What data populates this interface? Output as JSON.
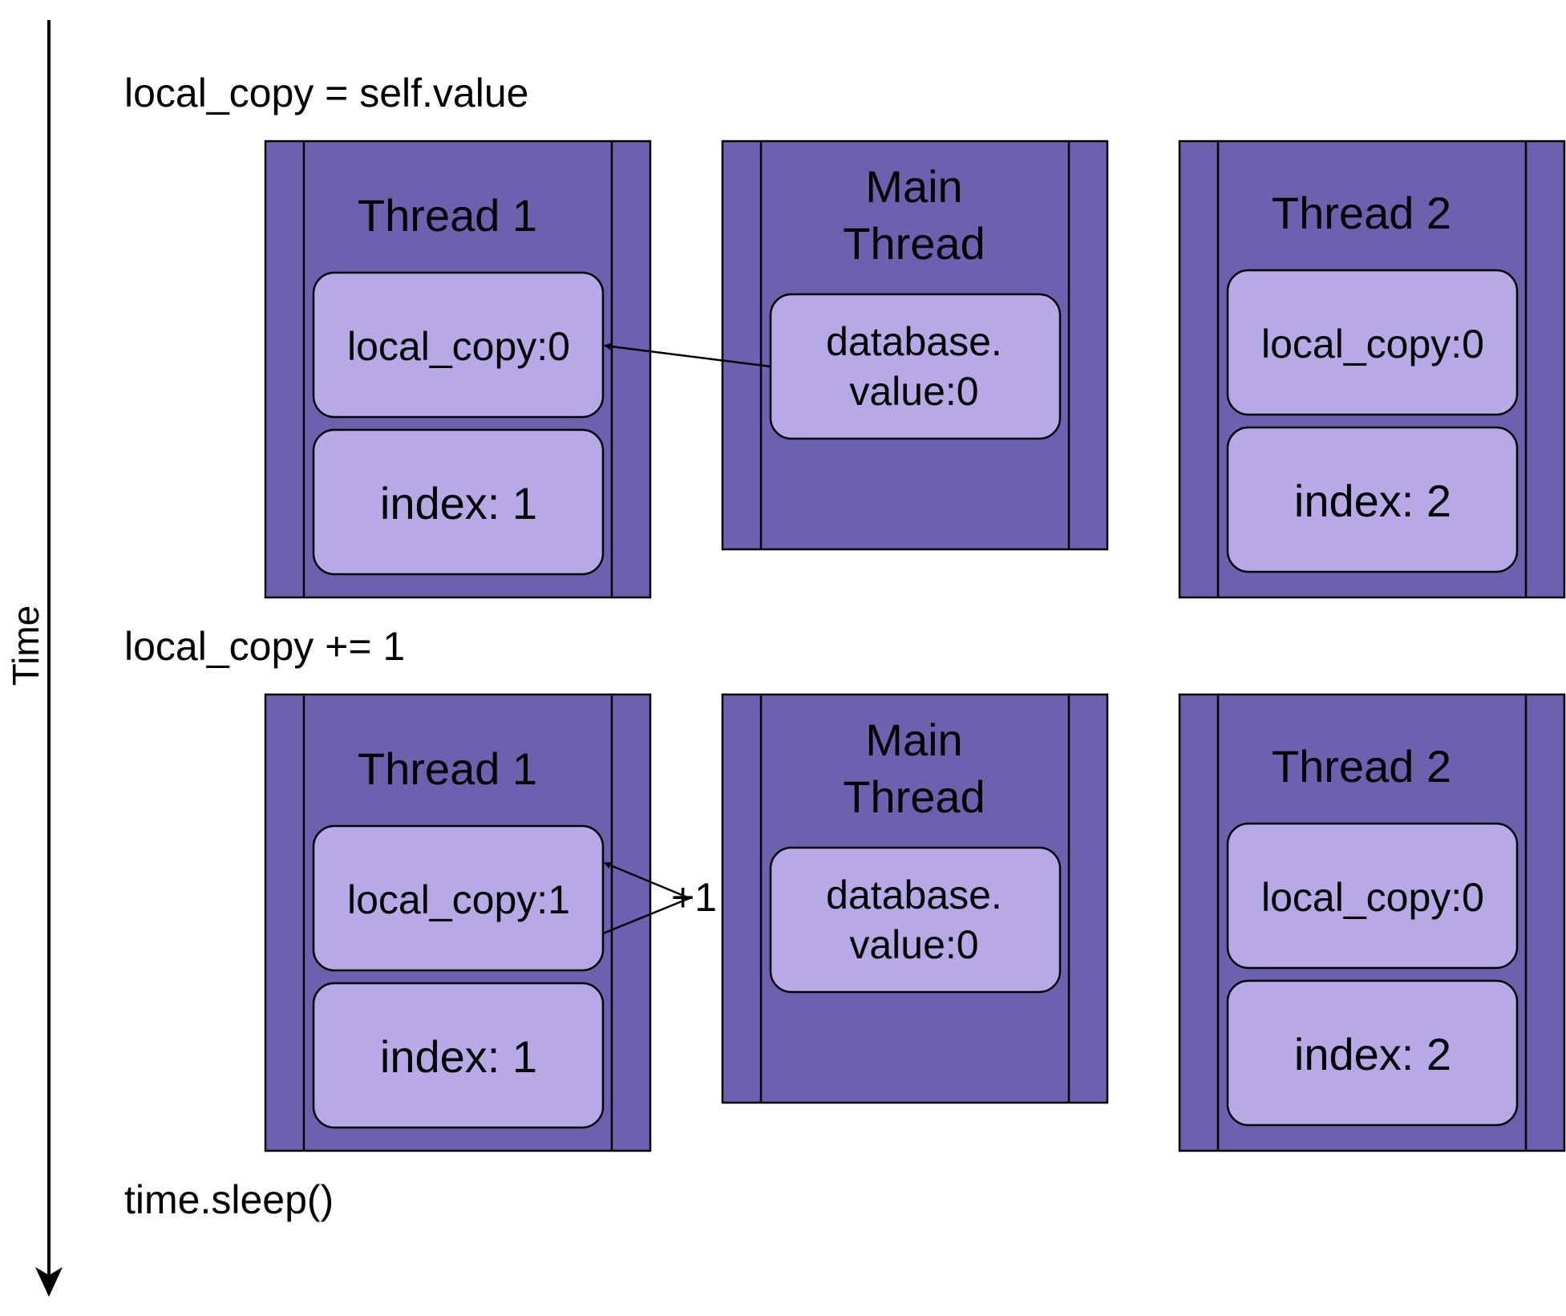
{
  "time_axis": {
    "label": "Time"
  },
  "colors": {
    "outer": "#6E60AF",
    "inner": "#B7A9E5",
    "stroke": "#000000"
  },
  "steps": [
    {
      "code": "local_copy = self.value",
      "thread1": {
        "title": "Thread 1",
        "local_copy": "local_copy:0",
        "index": "index: 1"
      },
      "main": {
        "title_line1": "Main",
        "title_line2": "Thread",
        "db_line1": "database.",
        "db_line2": "value:0"
      },
      "thread2": {
        "title": "Thread 2",
        "local_copy": "local_copy:0",
        "index": "index: 2"
      }
    },
    {
      "code": "local_copy += 1",
      "thread1": {
        "title": "Thread 1",
        "local_copy": "local_copy:1",
        "index": "index: 1"
      },
      "main": {
        "title_line1": "Main",
        "title_line2": "Thread",
        "db_line1": "database.",
        "db_line2": "value:0"
      },
      "thread2": {
        "title": "Thread 2",
        "local_copy": "local_copy:0",
        "index": "index: 2"
      },
      "increment_label": "+1"
    },
    {
      "code": "time.sleep()"
    }
  ]
}
